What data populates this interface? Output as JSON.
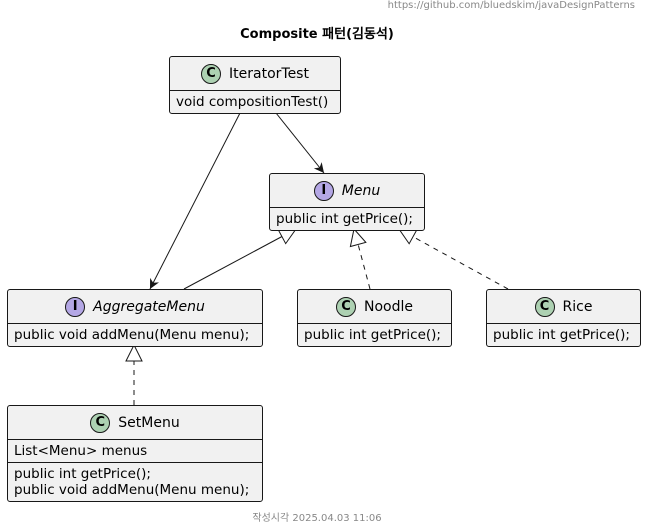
{
  "header": {
    "source_url": "https://github.com/bluedskim/javaDesignPatterns"
  },
  "diagram": {
    "title": "Composite 패턴(김동석)"
  },
  "footer": {
    "timestamp": "작성시각 2025.04.03 11:06"
  },
  "nodes": {
    "iterator_test": {
      "kind": "class",
      "badge": "C",
      "name": "IteratorTest",
      "fields": [],
      "methods": [
        "void compositionTest()"
      ]
    },
    "menu": {
      "kind": "interface",
      "badge": "I",
      "name": "Menu",
      "fields": [],
      "methods": [
        "public int getPrice();"
      ]
    },
    "aggregate_menu": {
      "kind": "interface",
      "badge": "I",
      "name": "AggregateMenu",
      "fields": [],
      "methods": [
        "public void addMenu(Menu menu);"
      ]
    },
    "noodle": {
      "kind": "class",
      "badge": "C",
      "name": "Noodle",
      "fields": [],
      "methods": [
        "public int getPrice();"
      ]
    },
    "rice": {
      "kind": "class",
      "badge": "C",
      "name": "Rice",
      "fields": [],
      "methods": [
        "public int getPrice();"
      ]
    },
    "set_menu": {
      "kind": "class",
      "badge": "C",
      "name": "SetMenu",
      "fields": [
        "List<Menu> menus"
      ],
      "methods": [
        "public int getPrice();",
        "public void addMenu(Menu menu);"
      ]
    }
  },
  "relations": [
    {
      "from": "iterator_test",
      "to": "menu",
      "type": "association"
    },
    {
      "from": "iterator_test",
      "to": "aggregate_menu",
      "type": "association"
    },
    {
      "from": "aggregate_menu",
      "to": "menu",
      "type": "extends"
    },
    {
      "from": "noodle",
      "to": "menu",
      "type": "implements"
    },
    {
      "from": "rice",
      "to": "menu",
      "type": "implements"
    },
    {
      "from": "set_menu",
      "to": "aggregate_menu",
      "type": "implements"
    }
  ],
  "colors": {
    "box_fill": "#f1f1f1",
    "box_border": "#181818",
    "class_badge": "#add1b2",
    "interface_badge": "#b4a7e5",
    "muted_text": "#888888"
  }
}
